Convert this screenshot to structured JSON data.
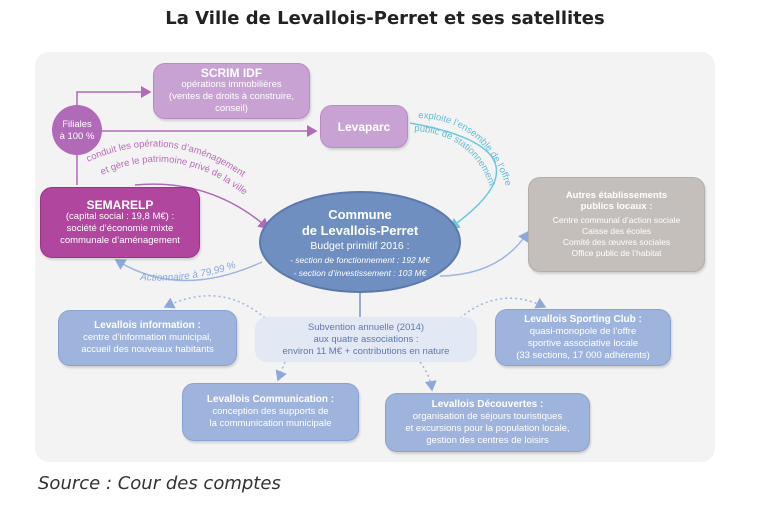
{
  "title": "La Ville de Levallois-Perret et ses satellites",
  "filiales": {
    "line1": "Filiales",
    "line2": "à 100 %"
  },
  "scrim": {
    "name": "SCRIM IDF",
    "lines": [
      "opérations immobilières",
      "(ventes de droits à construire,",
      "conseil)"
    ]
  },
  "levaparc": {
    "name": "Levaparc"
  },
  "semarelp": {
    "name": "SEMARELP",
    "lines": [
      "(capital social : 19,8 M€) :",
      "société d’économie mixte",
      "communale d’aménagement"
    ]
  },
  "commune": {
    "name1": "Commune",
    "name2": "de Levallois-Perret",
    "budget": "Budget primitif 2016 :",
    "lines": [
      "- section de fonctionnement : 192 M€",
      "- section d’investissement : 103 M€"
    ]
  },
  "autres": {
    "title1": "Autres établissements",
    "title2": "publics locaux :",
    "lines": [
      "Centre communal d’action sociale",
      "Caisse  des écoles",
      "Comité des œuvres sociales",
      "Office public de l’habitat"
    ]
  },
  "labels": {
    "semarelp_role1": "conduit les opérations d’aménagement",
    "semarelp_role2": "et gère le patrimoine privé de la ville",
    "levaparc_role1": "exploite l’ensemble de l’offre",
    "levaparc_role2": "public de stationnement",
    "actionnaire": "Actionnaire à 79,99 %"
  },
  "subvention": {
    "lines": [
      "Subvention annuelle (2014)",
      "aux quatre associations :",
      "environ 11 M€ + contributions en nature"
    ]
  },
  "info": {
    "name": "Levallois information :",
    "lines": [
      "centre d’information municipal,",
      "accueil des nouveaux habitants"
    ]
  },
  "sporting": {
    "name": "Levallois Sporting Club :",
    "lines": [
      "quasi-monopole de l’offre",
      "sportive associative locale",
      "(33 sections,  17 000 adhérents)"
    ]
  },
  "communication": {
    "name": "Levallois Communication :",
    "lines": [
      "conception des supports de",
      "la communication municipale"
    ]
  },
  "decouvertes": {
    "name": "Levallois Découvertes :",
    "lines": [
      "organisation de séjours touristiques",
      "et excursions pour la population locale,",
      "gestion des centres de loisirs"
    ]
  },
  "source": "Source : Cour des comptes",
  "colors": {
    "lavender": "#c9a2d4",
    "magenta": "#b0469e",
    "commune": "#6f8fc0",
    "gray": "#c4bfbb",
    "blue": "#9fb4dd",
    "teal": "#6cc7dc"
  }
}
